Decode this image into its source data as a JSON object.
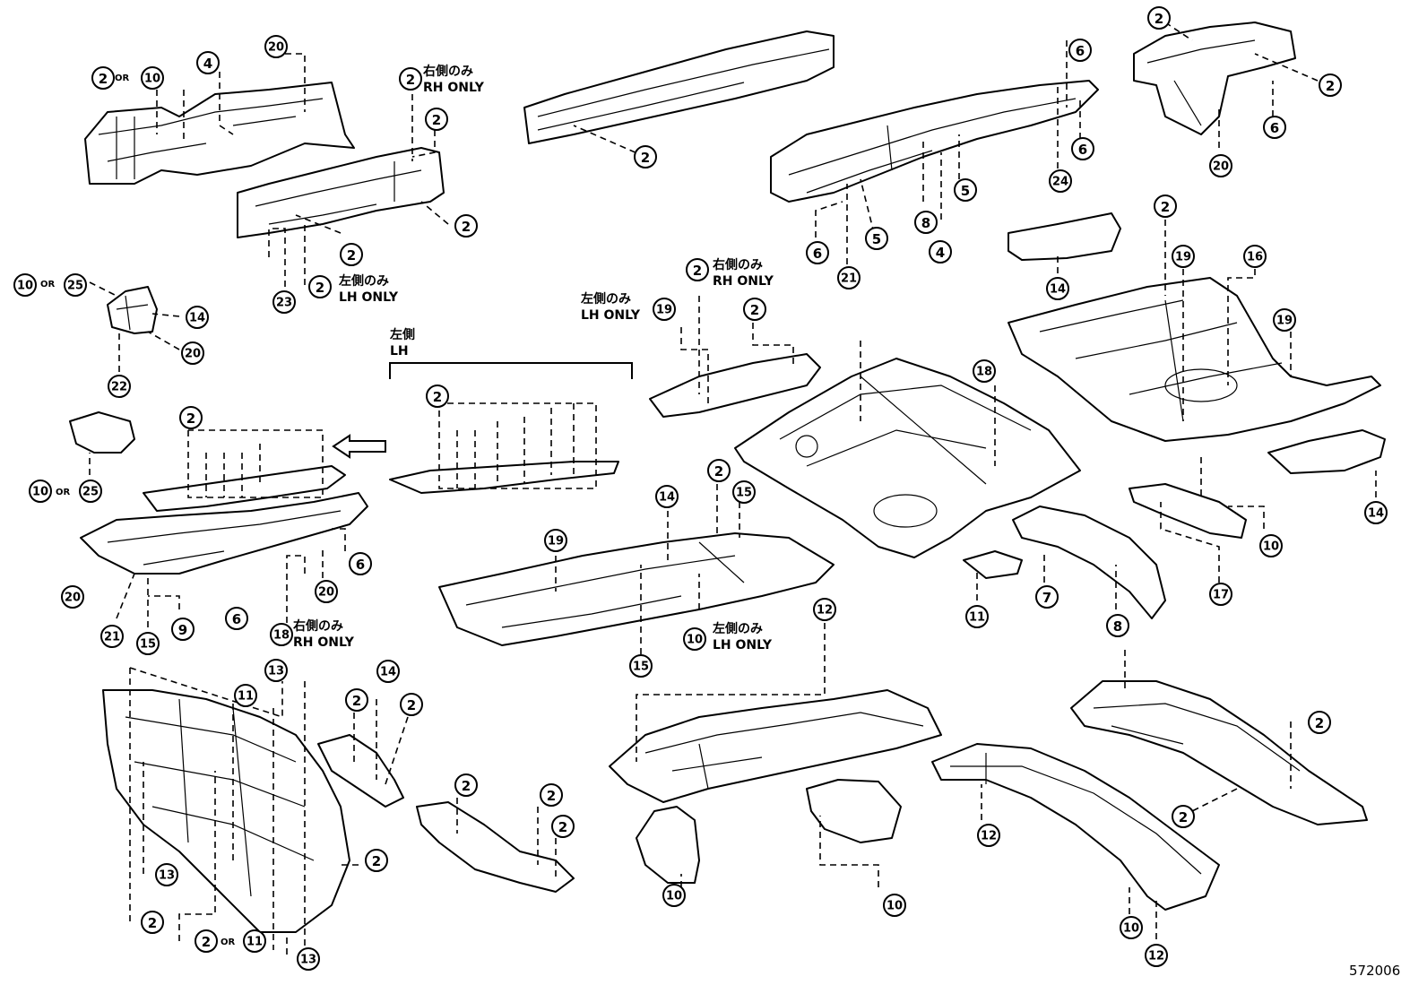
{
  "diagram_code": "572006",
  "or_text": "OR",
  "notes": {
    "rh_only_jp": "右側のみ",
    "rh_only_en": "RH ONLY",
    "lh_only_jp": "左側のみ",
    "lh_only_en": "LH ONLY",
    "lh_jp": "左側",
    "lh_en": "LH"
  },
  "callouts": [
    {
      "id": "c1",
      "n": "2"
    },
    {
      "id": "c2",
      "n": "10"
    },
    {
      "id": "c3",
      "n": "4"
    },
    {
      "id": "c4",
      "n": "20"
    },
    {
      "id": "c5",
      "n": "2"
    },
    {
      "id": "c6",
      "n": "2"
    },
    {
      "id": "c7",
      "n": "2"
    },
    {
      "id": "c8",
      "n": "2"
    },
    {
      "id": "c9",
      "n": "2"
    },
    {
      "id": "c10",
      "n": "23"
    },
    {
      "id": "c11",
      "n": "10"
    },
    {
      "id": "c12",
      "n": "25"
    },
    {
      "id": "c13",
      "n": "14"
    },
    {
      "id": "c14",
      "n": "20"
    },
    {
      "id": "c15",
      "n": "22"
    },
    {
      "id": "c16",
      "n": "2"
    },
    {
      "id": "c17",
      "n": "10"
    },
    {
      "id": "c18",
      "n": "25"
    },
    {
      "id": "c19",
      "n": "20"
    },
    {
      "id": "c20",
      "n": "21"
    },
    {
      "id": "c21",
      "n": "15"
    },
    {
      "id": "c22",
      "n": "9"
    },
    {
      "id": "c23",
      "n": "6"
    },
    {
      "id": "c24",
      "n": "18"
    },
    {
      "id": "c25",
      "n": "20"
    },
    {
      "id": "c26",
      "n": "6"
    },
    {
      "id": "c27",
      "n": "2"
    },
    {
      "id": "c28",
      "n": "2"
    },
    {
      "id": "c29",
      "n": "6"
    },
    {
      "id": "c30",
      "n": "6"
    },
    {
      "id": "c31",
      "n": "24"
    },
    {
      "id": "c32",
      "n": "5"
    },
    {
      "id": "c33",
      "n": "8"
    },
    {
      "id": "c34",
      "n": "4"
    },
    {
      "id": "c35",
      "n": "5"
    },
    {
      "id": "c36",
      "n": "6"
    },
    {
      "id": "c37",
      "n": "21"
    },
    {
      "id": "c38",
      "n": "2"
    },
    {
      "id": "c39",
      "n": "2"
    },
    {
      "id": "c40",
      "n": "6"
    },
    {
      "id": "c41",
      "n": "20"
    },
    {
      "id": "c42",
      "n": "14"
    },
    {
      "id": "c43",
      "n": "2"
    },
    {
      "id": "c44",
      "n": "19"
    },
    {
      "id": "c45",
      "n": "16"
    },
    {
      "id": "c46",
      "n": "19"
    },
    {
      "id": "c47",
      "n": "2"
    },
    {
      "id": "c48",
      "n": "19"
    },
    {
      "id": "c49",
      "n": "2"
    },
    {
      "id": "c50",
      "n": "18"
    },
    {
      "id": "c51",
      "n": "14"
    },
    {
      "id": "c52",
      "n": "2"
    },
    {
      "id": "c53",
      "n": "15"
    },
    {
      "id": "c54",
      "n": "19"
    },
    {
      "id": "c55",
      "n": "15"
    },
    {
      "id": "c56",
      "n": "10"
    },
    {
      "id": "c57",
      "n": "11"
    },
    {
      "id": "c58",
      "n": "7"
    },
    {
      "id": "c59",
      "n": "8"
    },
    {
      "id": "c60",
      "n": "10"
    },
    {
      "id": "c61",
      "n": "17"
    },
    {
      "id": "c62",
      "n": "14"
    },
    {
      "id": "c63",
      "n": "13"
    },
    {
      "id": "c64",
      "n": "11"
    },
    {
      "id": "c65",
      "n": "14"
    },
    {
      "id": "c66",
      "n": "2"
    },
    {
      "id": "c67",
      "n": "2"
    },
    {
      "id": "c68",
      "n": "2"
    },
    {
      "id": "c69",
      "n": "13"
    },
    {
      "id": "c70",
      "n": "2"
    },
    {
      "id": "c71",
      "n": "2"
    },
    {
      "id": "c72",
      "n": "11"
    },
    {
      "id": "c73",
      "n": "13"
    },
    {
      "id": "c74",
      "n": "2"
    },
    {
      "id": "c75",
      "n": "2"
    },
    {
      "id": "c76",
      "n": "2"
    },
    {
      "id": "c77",
      "n": "12"
    },
    {
      "id": "c78",
      "n": "10"
    },
    {
      "id": "c79",
      "n": "10"
    },
    {
      "id": "c80",
      "n": "12"
    },
    {
      "id": "c81",
      "n": "2"
    },
    {
      "id": "c82",
      "n": "2"
    },
    {
      "id": "c83",
      "n": "10"
    },
    {
      "id": "c84",
      "n": "12"
    }
  ]
}
